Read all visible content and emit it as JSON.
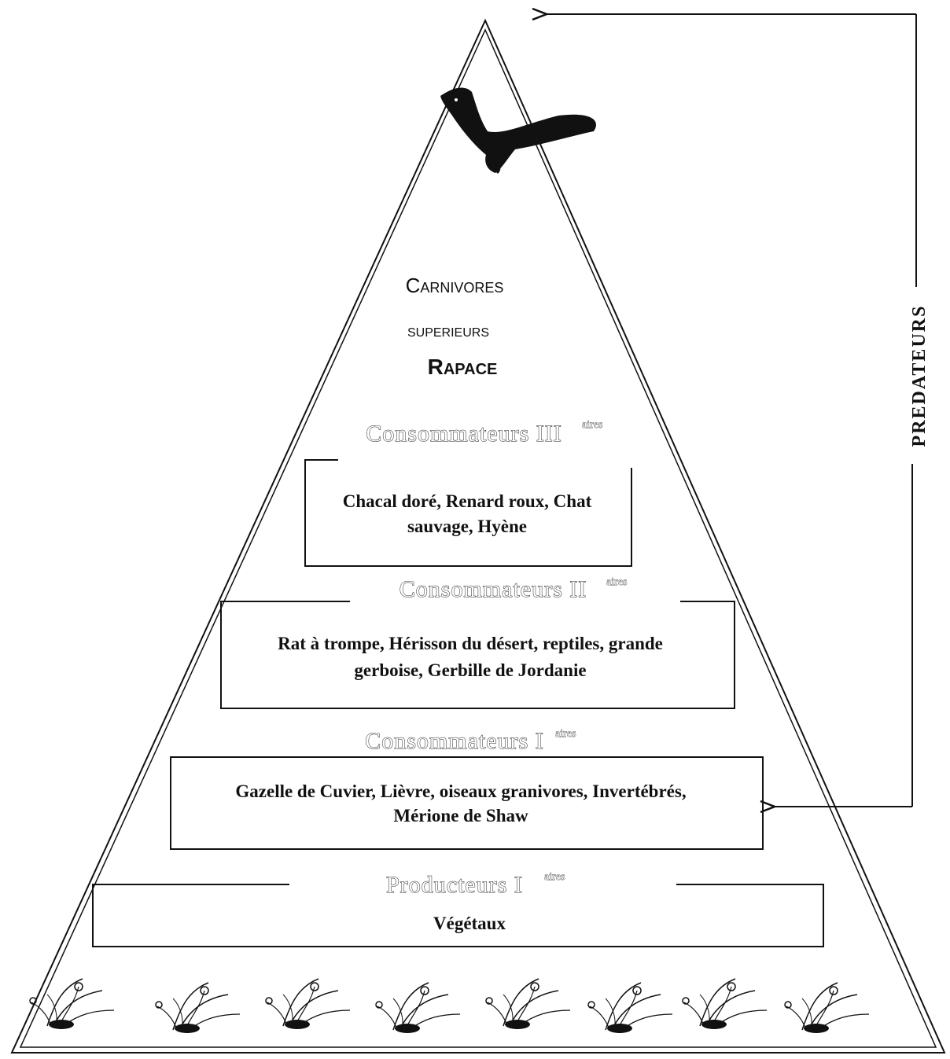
{
  "apex": {
    "line1": "Carnivores",
    "line2": "superieurs",
    "line3": "Rapace"
  },
  "levels": {
    "tertiary": {
      "title": "Consommateurs III",
      "suffix": "aires",
      "line1": "Chacal doré, Renard roux, Chat",
      "line2": "sauvage, Hyène"
    },
    "secondary": {
      "title": "Consommateurs II",
      "suffix": "aires",
      "line1": "Rat à trompe, Hérisson du désert, reptiles, grande",
      "line2": "gerboise, Gerbille de Jordanie"
    },
    "primary": {
      "title": "Consommateurs I",
      "suffix": "aires",
      "line1": "Gazelle de Cuvier, Lièvre, oiseaux granivores, Invertébrés,",
      "line2": "Mérione de Shaw"
    },
    "producers": {
      "title": "Producteurs I",
      "suffix": "aires",
      "line1": "Végétaux"
    }
  },
  "predators_label": "PREDATEURS",
  "icons": [
    "eagle-icon",
    "plants-icon",
    "arrow-left-icon"
  ]
}
